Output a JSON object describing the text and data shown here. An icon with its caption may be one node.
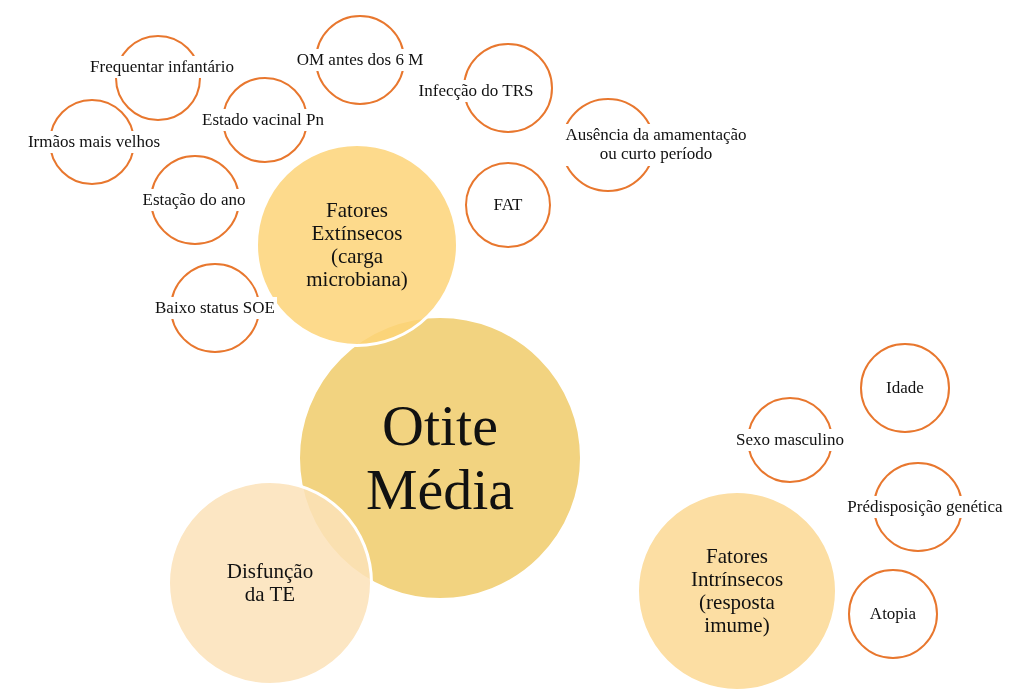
{
  "diagram": {
    "nodes": [
      {
        "text": [
          "OM antes dos 6 M"
        ]
      },
      {
        "text": [
          "Frequentar infantário"
        ]
      },
      {
        "text": [
          "Infecção do TRS"
        ]
      },
      {
        "text": [
          "Estado vacinal Pn"
        ]
      },
      {
        "text": [
          "Irmãos mais velhos"
        ]
      },
      {
        "text": [
          "Ausência da amamentação ou curto período"
        ]
      },
      {
        "text": [
          "Estação do ano"
        ]
      },
      {
        "text": [
          "FAT"
        ]
      },
      {
        "text": [
          "Fatores Extínsecos (carga microbiana)"
        ]
      },
      {
        "text": [
          "Baixo status SOE"
        ]
      },
      {
        "text": [
          "Idade"
        ]
      },
      {
        "text": [
          "Otite Média"
        ]
      },
      {
        "text": [
          "Sexo masculino"
        ]
      },
      {
        "text": [
          "Prédisposição genética"
        ]
      },
      {
        "text": [
          "Disfunção da TE"
        ]
      },
      {
        "text": [
          "Fatores Intrínsecos (resposta imume)"
        ]
      },
      {
        "text": [
          "Atopia"
        ]
      }
    ]
  }
}
